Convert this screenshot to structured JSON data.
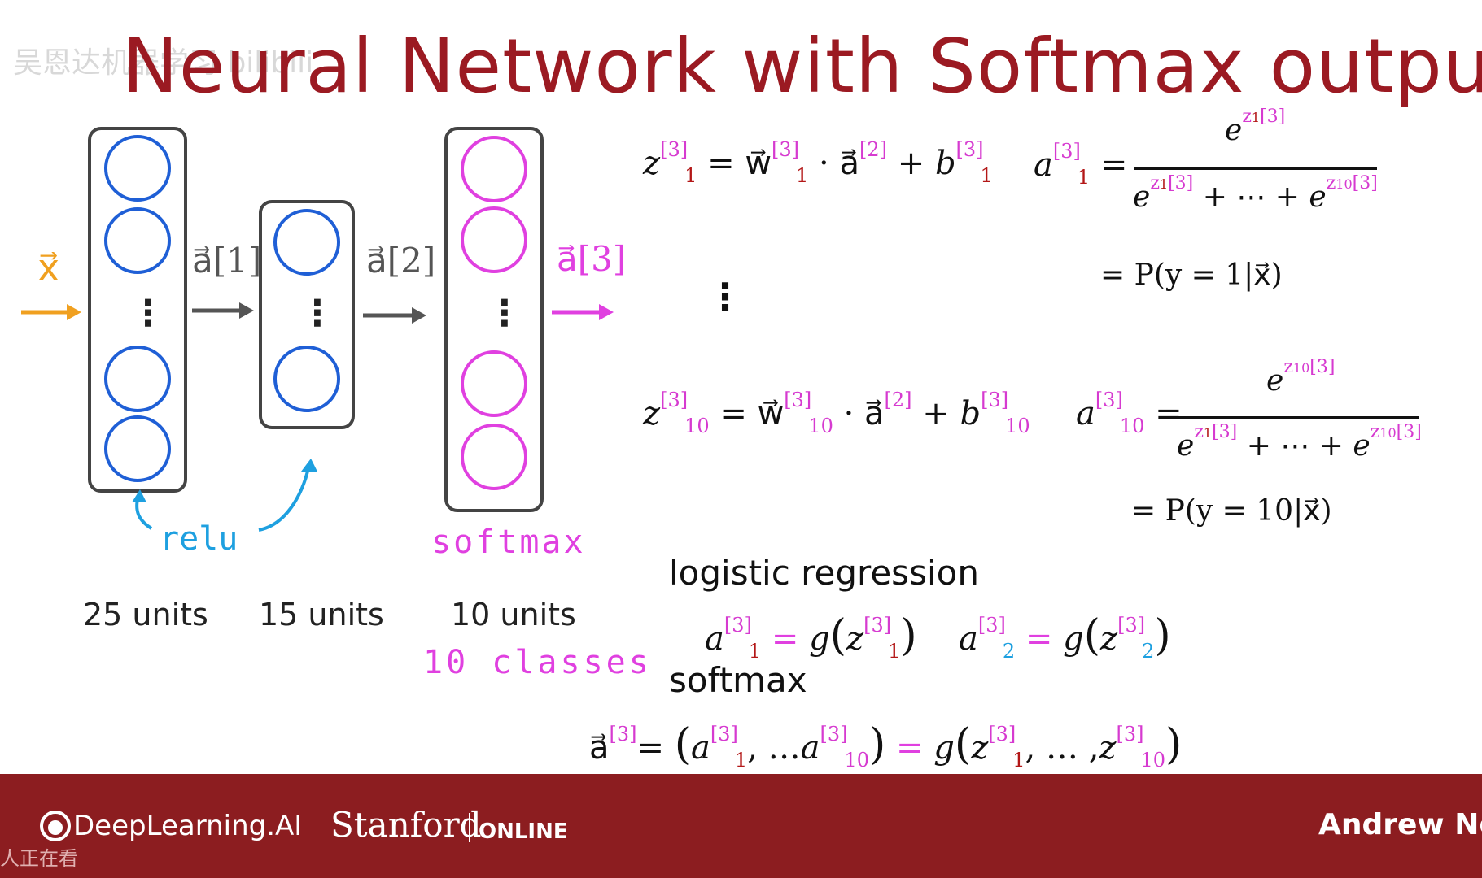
{
  "watermark": "吴恩达机器学习 bilibili",
  "title": "Neural Network with Softmax output",
  "network": {
    "input_label": "x⃗",
    "arrow_labels": [
      "a⃗[1]",
      "a⃗[2]",
      "a⃗[3]"
    ],
    "layers": [
      {
        "units_label": "25 units"
      },
      {
        "units_label": "15 units"
      },
      {
        "units_label": "10 units"
      }
    ],
    "dots": "⋮",
    "handwritten": {
      "relu": "relu",
      "softmax": "softmax",
      "classes": "10 classes"
    }
  },
  "equations": {
    "z1": {
      "lhs": "z",
      "sub": "1",
      "sup": "[3]",
      "rhs_w": "w⃗",
      "rhs_a": "a⃗",
      "a_sup": "[2]",
      "b": "b"
    },
    "z10": {
      "lhs": "z",
      "sub": "10",
      "sup": "[3]",
      "rhs_w": "w⃗",
      "rhs_a": "a⃗",
      "a_sup": "[2]",
      "b": "b"
    },
    "vdots": "⋮",
    "a1_prob": "= P(y = 1|x⃗)",
    "a10_prob": "= P(y = 10|x⃗)",
    "e": "e",
    "plus_dots": "+ ⋯ +"
  },
  "logistic": {
    "heading": "logistic regression",
    "g": "g"
  },
  "softmax_section": {
    "heading": "softmax",
    "ellipsis": "…",
    "comma_ellipsis": ", … ,"
  },
  "footer": {
    "deeplearning": "DeepLearning.AI",
    "stanford": "Stanford",
    "online": "ONLINE",
    "instructor": "Andrew Ng",
    "viewers": "人正在看"
  },
  "colors": {
    "title": "#9b1a22",
    "blue_neuron": "#1f5fd6",
    "pink_neuron": "#e040e0",
    "input_orange": "#f0a020",
    "relu_blue": "#1ea0e0",
    "footer_bg": "#8c1d20"
  }
}
